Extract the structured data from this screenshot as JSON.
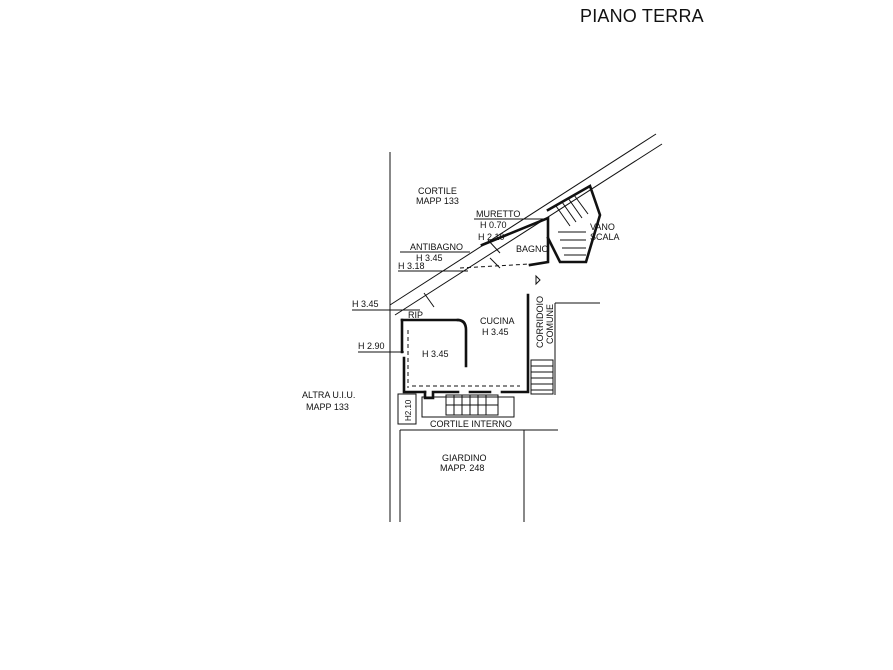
{
  "title": "PIANO TERRA",
  "labels": {
    "cortile": "CORTILE",
    "cortile_mapp": "MAPP 133",
    "muretto": "MURETTO",
    "h070": "H 0.70",
    "vano": "VANO",
    "scala": "SCALA",
    "h210_top": "H 2.10",
    "bagno": "BAGNO",
    "antibagno": "ANTIBAGNO",
    "h345_a": "H 3.45",
    "h318": "H 3.18",
    "h345_left": "H 3.45",
    "rip": "RIP",
    "cucina": "CUCINA",
    "cucina_h": "H 3.45",
    "corridoio": "CORRIDOIO",
    "comune": "COMUNE",
    "h290": "H 2.90",
    "room_h": "H 3.45",
    "altra": "ALTRA U.I.U.",
    "altra_mapp": "MAPP 133",
    "h210_small": "H2.10",
    "cortile_interno": "CORTILE INTERNO",
    "giardino": "GIARDINO",
    "giardino_mapp": "MAPP. 248"
  }
}
